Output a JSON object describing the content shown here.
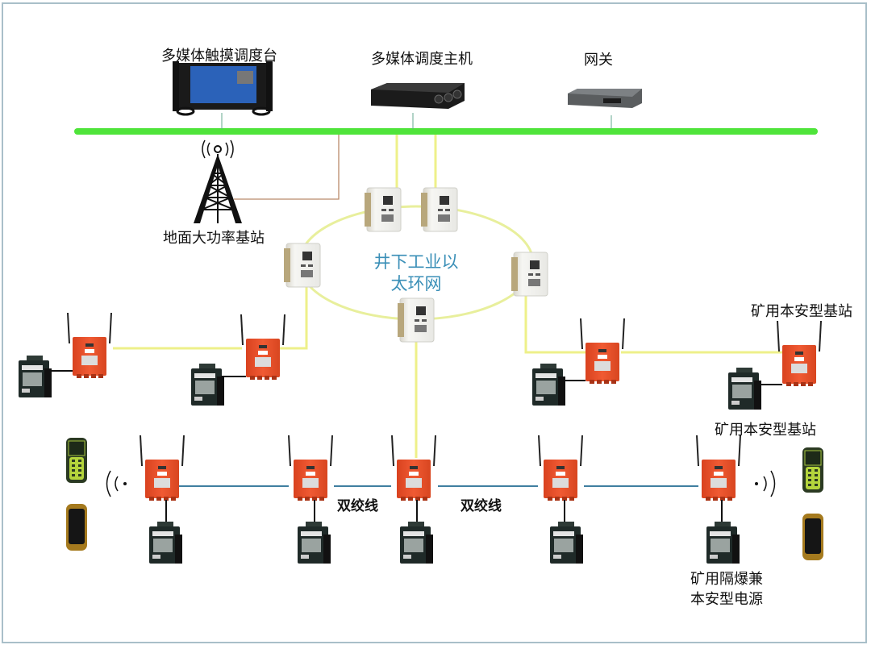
{
  "title": "煤矿井下多媒体调度通信系统拓扑图",
  "top_devices": [
    {
      "label": "多媒体触摸调度台",
      "icon": "touch-console-icon"
    },
    {
      "label": "多媒体调度主机",
      "icon": "server-icon"
    },
    {
      "label": "网关",
      "icon": "gateway-icon"
    }
  ],
  "surface_station": {
    "label": "地面大功率基站",
    "icon": "radio-tower-icon"
  },
  "ring": {
    "label_line1": "井下工业以",
    "label_line2": "太环网",
    "switch_count": 5
  },
  "mine_station_labels": [
    "矿用本安型基站",
    "矿用本安型基站"
  ],
  "power_supply_label_line1": "矿用隔爆兼",
  "power_supply_label_line2": "本安型电源",
  "twisted_pair_labels": [
    "双绞线",
    "双绞线"
  ],
  "colors": {
    "backbone": "#4fe43a",
    "ring": "#e8ef9c",
    "fiber": "#eef08a",
    "twisted_pair": "#3f7fa0",
    "surface_link": "#b98a6a",
    "station": "#e9502c",
    "ring_text": "#3a8fb7",
    "frame": "#a9bfc9"
  }
}
